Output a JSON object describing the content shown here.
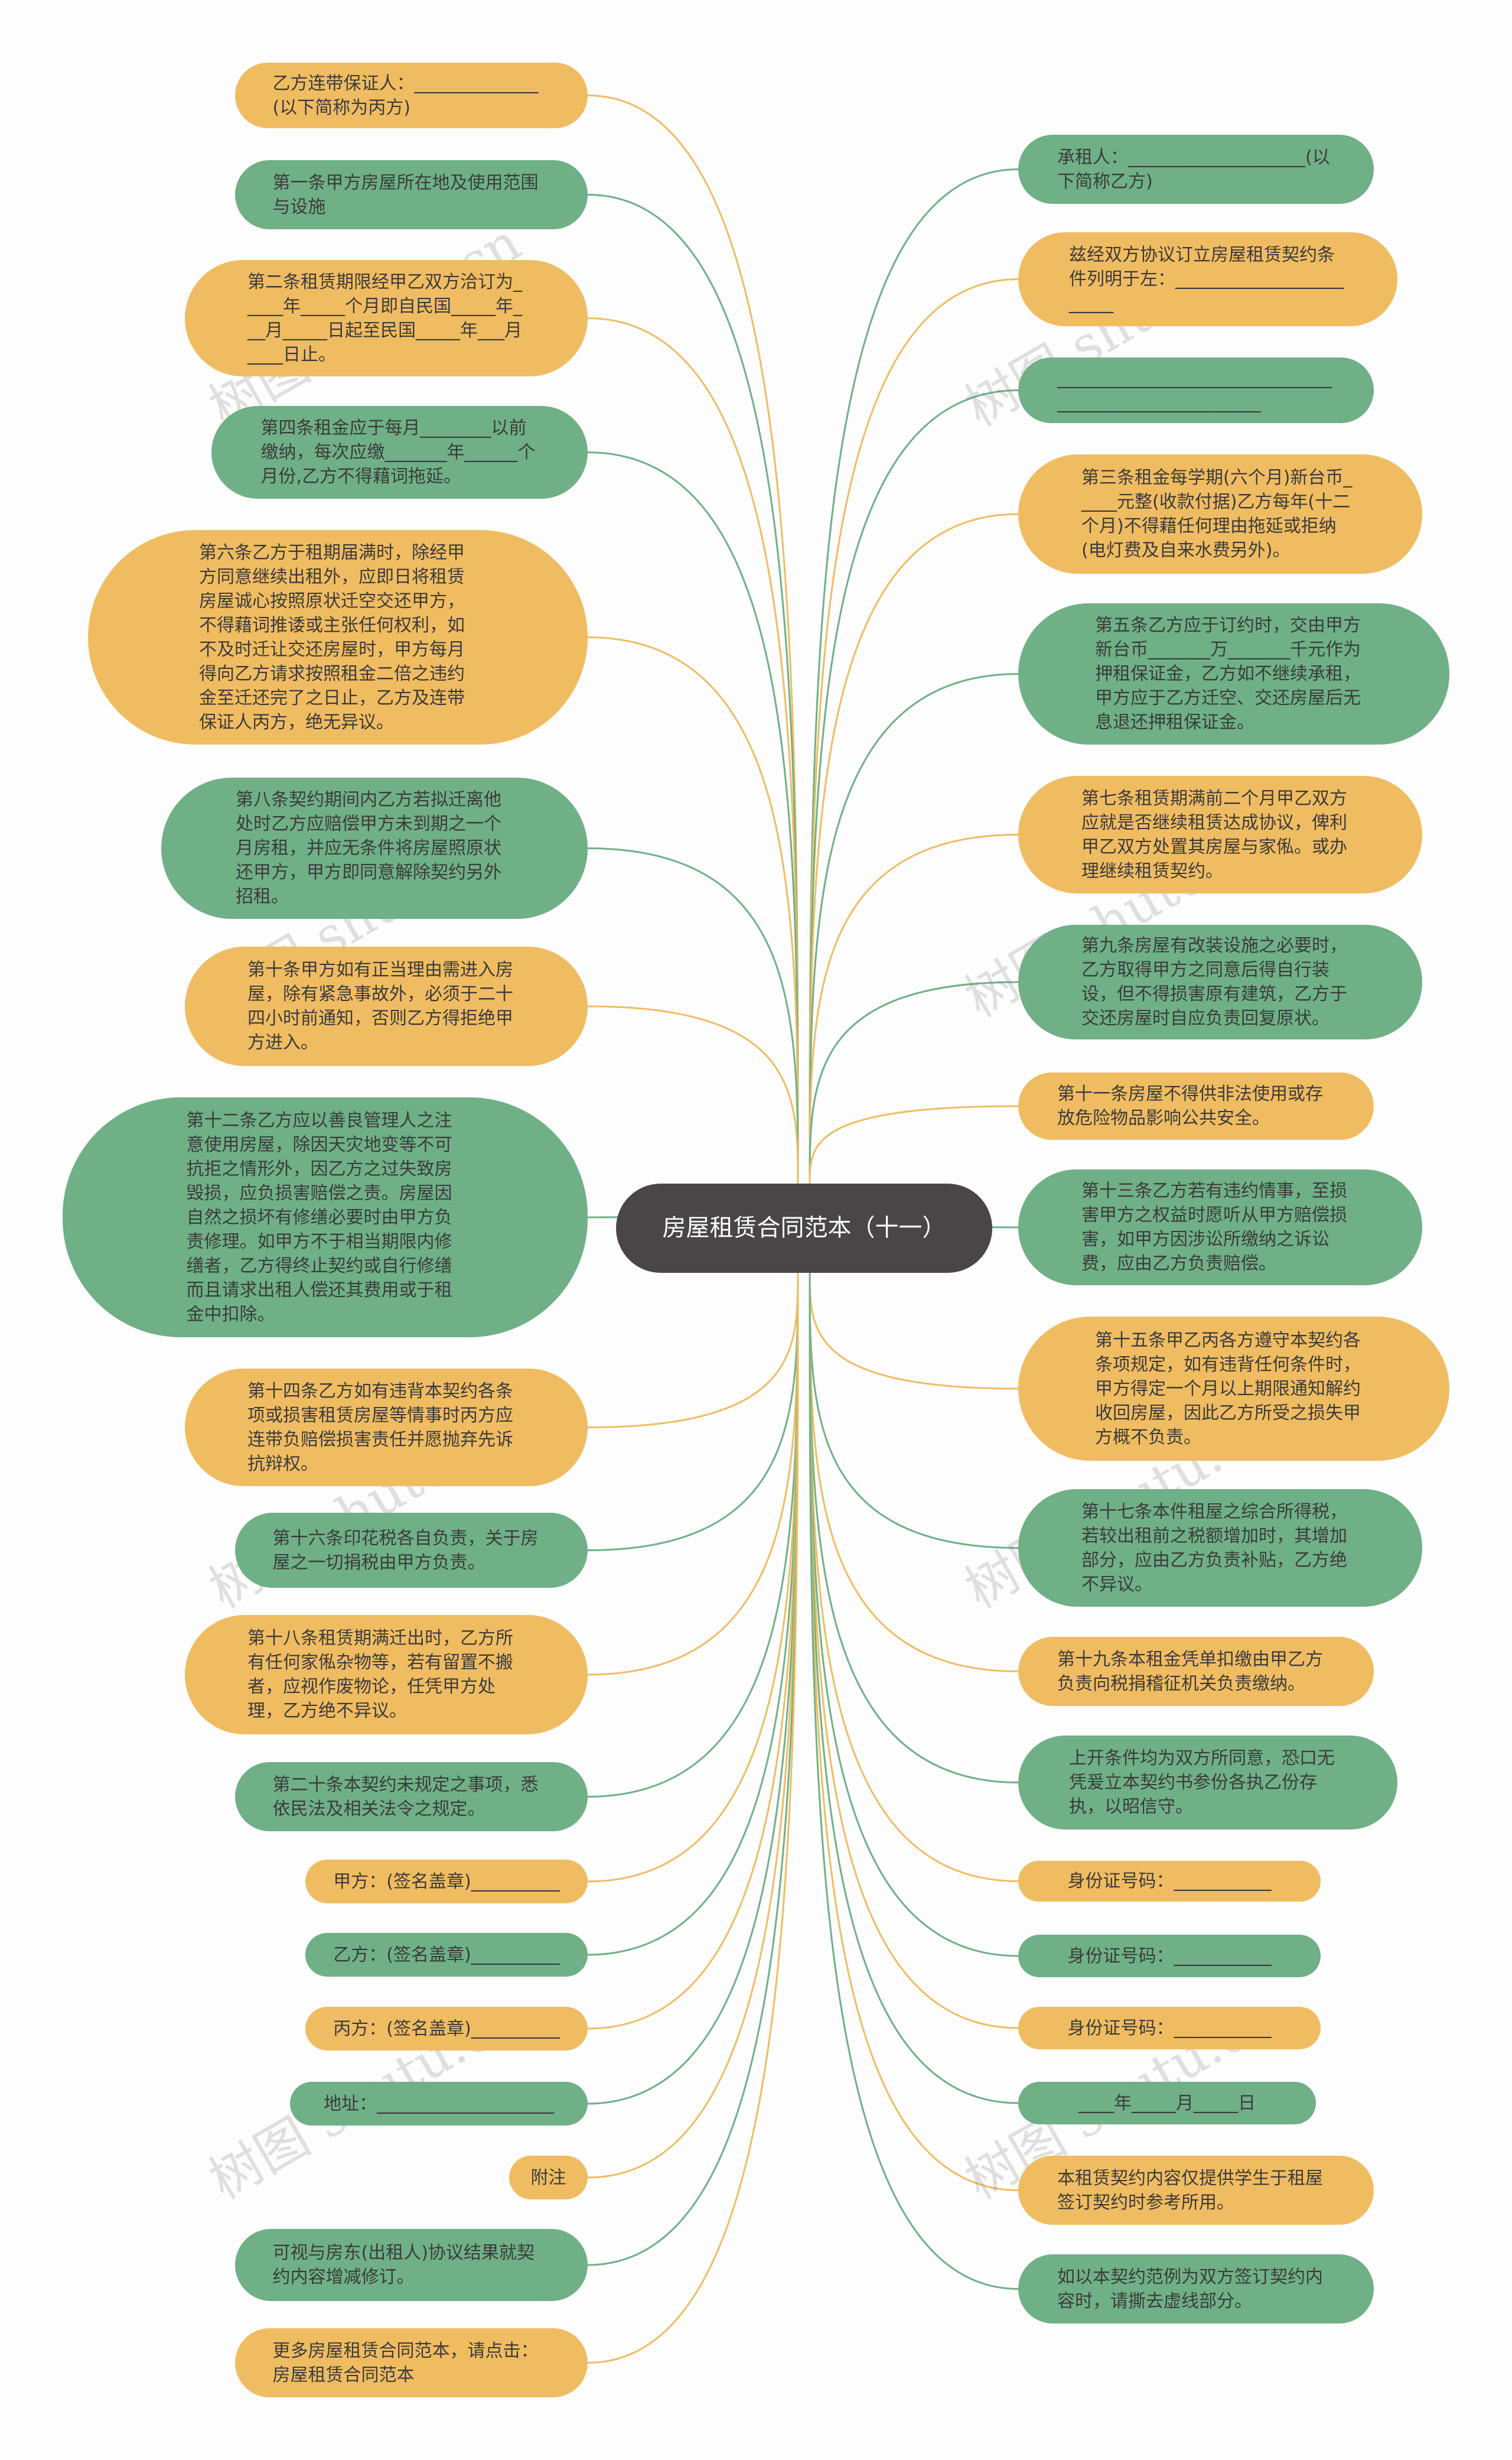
{
  "title": "房屋租赁合同范本（十一）",
  "colors": {
    "orange": "#f0bc62",
    "green": "#6fb086",
    "center": "#4a4546"
  },
  "watermark": "树图 shutu.cn",
  "left": [
    {
      "text": "乙方连带保证人：______________(以下简称为丙方)",
      "color": "orange"
    },
    {
      "text": "第一条甲方房屋所在地及使用范围与设施",
      "color": "green"
    },
    {
      "text": "第二条租赁期限经甲乙双方洽订为_____年_____个月即自民国_____年___月_____日起至民国_____年___月____日止。",
      "color": "orange"
    },
    {
      "text": "第四条租金应于每月________以前缴纳，每次应缴_______年______个月份,乙方不得藉词拖延。",
      "color": "green"
    },
    {
      "text": "第六条乙方于租期届满时，除经甲方同意继续出租外，应即日将租赁房屋诚心按照原状迁空交还甲方，不得藉词推诿或主张任何权利，如不及时迁让交还房屋时，甲方每月得向乙方请求按照租金二倍之违约金至迁还完了之日止，乙方及连带保证人丙方，绝无异议。",
      "color": "orange"
    },
    {
      "text": "第八条契约期间内乙方若拟迁离他处时乙方应赔偿甲方未到期之一个月房租，并应无条件将房屋照原状还甲方，甲方即同意解除契约另外招租。",
      "color": "green"
    },
    {
      "text": "第十条甲方如有正当理由需进入房屋，除有紧急事故外，必须于二十四小时前通知，否则乙方得拒绝甲方进入。",
      "color": "orange"
    },
    {
      "text": "第十二条乙方应以善良管理人之注意使用房屋，除因天灾地变等不可抗拒之情形外，因乙方之过失致房毁损，应负损害赔偿之责。房屋因自然之损坏有修缮必要时由甲方负责修理。如甲方不于相当期限内修缮者，乙方得终止契约或自行修缮而且请求出租人偿还其费用或于租金中扣除。",
      "color": "green"
    },
    {
      "text": "第十四条乙方如有违背本契约各条项或损害租赁房屋等情事时丙方应连带负赔偿损害责任并愿抛弃先诉抗辩权。",
      "color": "orange"
    },
    {
      "text": "第十六条印花税各自负责，关于房屋之一切捐税由甲方负责。",
      "color": "green"
    },
    {
      "text": "第十八条租赁期满迁出时，乙方所有任何家俬杂物等，若有留置不搬者，应视作废物论，任凭甲方处理，乙方绝不异议。",
      "color": "orange"
    },
    {
      "text": "第二十条本契约未规定之事项，悉依民法及相关法令之规定。",
      "color": "green"
    },
    {
      "text": "甲方：(签名盖章)__________",
      "color": "orange"
    },
    {
      "text": "乙方：(签名盖章)__________",
      "color": "green"
    },
    {
      "text": "丙方：(签名盖章)__________",
      "color": "orange"
    },
    {
      "text": "地址：____________________",
      "color": "green"
    },
    {
      "text": "附注",
      "color": "orange"
    },
    {
      "text": "可视与房东(出租人)协议结果就契约内容增减修订。",
      "color": "green"
    },
    {
      "text": "更多房屋租赁合同范本，请点击：房屋租赁合同范本",
      "color": "orange"
    }
  ],
  "right": [
    {
      "text": "承租人：____________________(以下简称乙方)",
      "color": "green"
    },
    {
      "text": "兹经双方协议订立房屋租赁契约条件列明于左：________________________",
      "color": "orange"
    },
    {
      "text": "______________________________________________________",
      "color": "green"
    },
    {
      "text": "第三条租金每学期(六个月)新台币_____元整(收款付据)乙方每年(十二个月)不得藉任何理由拖延或拒纳(电灯费及自来水费另外)。",
      "color": "orange"
    },
    {
      "text": "第五条乙方应于订约时，交由甲方新台币_______万_______千元作为押租保证金，乙方如不继续承租，甲方应于乙方迁空、交还房屋后无息退还押租保证金。",
      "color": "green"
    },
    {
      "text": "第七条租赁期满前二个月甲乙双方应就是否继续租赁达成协议，俾利甲乙双方处置其房屋与家俬。或办理继续租赁契约。",
      "color": "orange"
    },
    {
      "text": "第九条房屋有改装设施之必要时，乙方取得甲方之同意后得自行装设，但不得损害原有建筑，乙方于交还房屋时自应负责回复原状。",
      "color": "green"
    },
    {
      "text": "第十一条房屋不得供非法使用或存放危险物品影响公共安全。",
      "color": "orange"
    },
    {
      "text": "第十三条乙方若有违约情事，至损害甲方之权益时愿听从甲方赔偿损害，如甲方因涉讼所缴纳之诉讼费，应由乙方负责赔偿。",
      "color": "green"
    },
    {
      "text": "第十五条甲乙丙各方遵守本契约各条项规定，如有违背任何条件时，甲方得定一个月以上期限通知解约收回房屋，因此乙方所受之损失甲方概不负责。",
      "color": "orange"
    },
    {
      "text": "第十七条本件租屋之综合所得税，若较出租前之税额增加时，其增加部分，应由乙方负责补贴，乙方绝不异议。",
      "color": "green"
    },
    {
      "text": "第十九条本租金凭单扣缴由甲乙方负责向税捐稽征机关负责缴纳。",
      "color": "orange"
    },
    {
      "text": "上开条件均为双方所同意，恐口无凭爰立本契约书参份各执乙份存执，以昭信守。",
      "color": "green"
    },
    {
      "text": "身份证号码：___________",
      "color": "orange"
    },
    {
      "text": "身份证号码：___________",
      "color": "green"
    },
    {
      "text": "身份证号码：___________",
      "color": "orange"
    },
    {
      "text": "____年_____月_____日",
      "color": "green"
    },
    {
      "text": "本租赁契约内容仅提供学生于租屋签订契约时参考所用。",
      "color": "orange"
    },
    {
      "text": "如以本契约范例为双方签订契约内容时，请撕去虚线部分。",
      "color": "green"
    }
  ]
}
